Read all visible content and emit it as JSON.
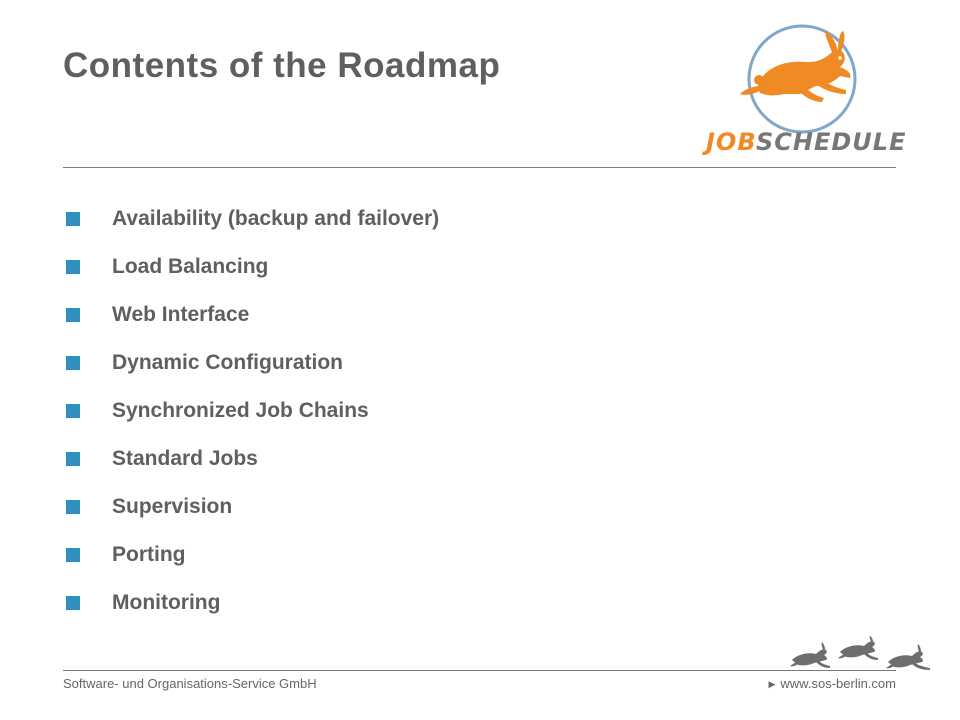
{
  "slide": {
    "title": "Contents of the Roadmap",
    "logo": {
      "text_job": "JOB",
      "text_scheduler": "SCHEDULER",
      "icon": "hare-icon",
      "colors": {
        "orange": "#f08a24",
        "gray": "#777777",
        "circle": "#7fa7c9"
      }
    },
    "bullets": [
      {
        "label": "Availability (backup and failover)"
      },
      {
        "label": "Load Balancing"
      },
      {
        "label": "Web Interface"
      },
      {
        "label": "Dynamic Configuration"
      },
      {
        "label": "Synchronized Job Chains"
      },
      {
        "label": "Standard Jobs"
      },
      {
        "label": "Supervision"
      },
      {
        "label": "Porting"
      },
      {
        "label": "Monitoring"
      }
    ],
    "bullet_color": "#2f8fbf",
    "text_color": "#5f5f5f"
  },
  "footer": {
    "company": "Software- und Organisations-Service GmbH",
    "website": "www.sos-berlin.com",
    "decoration_icon": "running-hares-icon"
  }
}
